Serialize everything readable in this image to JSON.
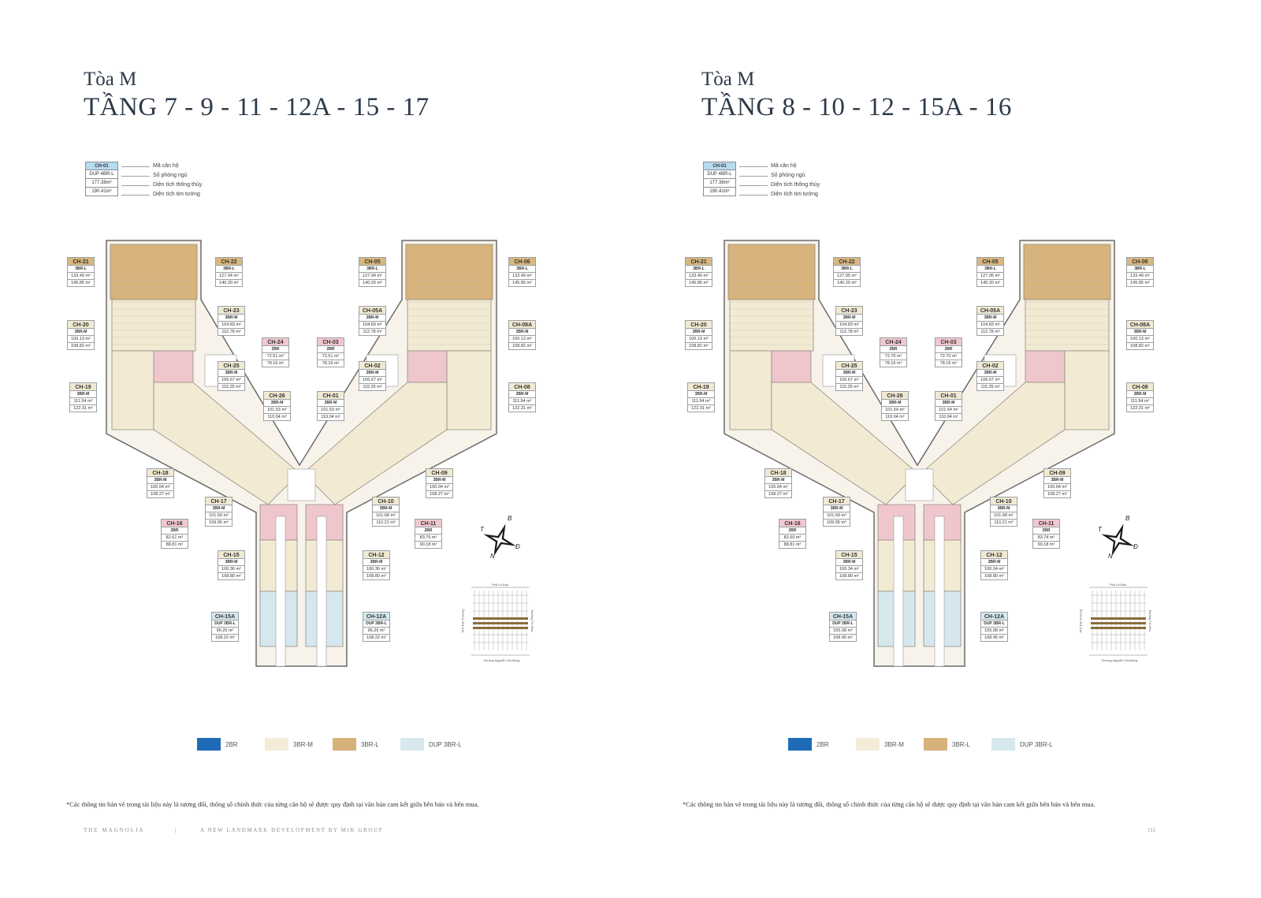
{
  "footer": {
    "brand": "THE MAGNOLIA",
    "separator": "|",
    "tagline": "A NEW LANDMARK DEVELOPMENT BY MIK GROUP",
    "page_number": "111"
  },
  "disclaimer": "*Các thông tin bản vẽ trong tài liệu này là tương đối, thông số chính thức của từng căn hộ sẽ được quy định tại văn bản cam kết giữa bên bán và bên mua.",
  "key_legend": {
    "sample": [
      "CH-01",
      "DUP 4BR-L",
      "177.38m²",
      "190.41m²"
    ],
    "labels": [
      "Mã căn hộ",
      "Số phòng ngủ",
      "Diện tích thông thủy",
      "Diện tích tim tường"
    ]
  },
  "color_legend": [
    {
      "label": "2BR",
      "color": "#1f6bb8"
    },
    {
      "label": "3BR-M",
      "color": "#f3ecd8"
    },
    {
      "label": "3BR-L",
      "color": "#d6b27a"
    },
    {
      "label": "DUP 3BR-L",
      "color": "#d7e8ef"
    }
  ],
  "colors": {
    "3BR-M": "#f3ead3",
    "3BR-L": "#d9b37c",
    "2BR": "#f0c6cd",
    "DUP": "#d6e8ee",
    "wall": "#6b6b6b",
    "core": "#ffffff"
  },
  "compass": {
    "b": "B",
    "t": "T",
    "d": "Đ",
    "n": "N"
  },
  "site_roads": {
    "top": "Phố Lê Đạo",
    "left": "Phố Đại Thượng",
    "right": "Đường Tố Hữu",
    "bottom": "Đường Nguyễn Gia Bồng"
  },
  "pages": [
    {
      "tower": "Tòa M",
      "floors": "TẦNG 7 - 9 - 11 - 12A - 15 - 17",
      "units": [
        {
          "code": "CH-21",
          "type": "3BR-L",
          "a1": "133.49 m²",
          "a2": "145.85 m²",
          "cat": "3brl"
        },
        {
          "code": "CH-22",
          "type": "3BR-L",
          "a1": "127.94 m²",
          "a2": "140.20 m²",
          "cat": "3brl"
        },
        {
          "code": "CH-05",
          "type": "3BR-L",
          "a1": "127.94 m²",
          "a2": "140.20 m²",
          "cat": "3brl"
        },
        {
          "code": "CH-06",
          "type": "3BR-L",
          "a1": "133.49 m²",
          "a2": "145.85 m²",
          "cat": "3brl"
        },
        {
          "code": "CH-23",
          "type": "3BR-M",
          "a1": "104.83 m²",
          "a2": "112.78 m²",
          "cat": "3brm"
        },
        {
          "code": "CH-05A",
          "type": "3BR-M",
          "a1": "104.83 m²",
          "a2": "112.78 m²",
          "cat": "3brm"
        },
        {
          "code": "CH-20",
          "type": "3BR-M",
          "a1": "100.13 m²",
          "a2": "108.82 m²",
          "cat": "3brm"
        },
        {
          "code": "CH-08A",
          "type": "3BR-M",
          "a1": "100.13 m²",
          "a2": "108.82 m²",
          "cat": "3brm"
        },
        {
          "code": "CH-24",
          "type": "2BR",
          "a1": "72.51 m²",
          "a2": "78.16 m²",
          "cat": "2br"
        },
        {
          "code": "CH-03",
          "type": "2BR",
          "a1": "72.51 m²",
          "a2": "78.16 m²",
          "cat": "2br"
        },
        {
          "code": "CH-25",
          "type": "3BR-M",
          "a1": "106.67 m²",
          "a2": "115.25 m²",
          "cat": "3brm"
        },
        {
          "code": "CH-02",
          "type": "3BR-M",
          "a1": "106.67 m²",
          "a2": "115.25 m²",
          "cat": "3brm"
        },
        {
          "code": "CH-19",
          "type": "3BR-M",
          "a1": "111.94 m²",
          "a2": "122.31 m²",
          "cat": "3brm"
        },
        {
          "code": "CH-08",
          "type": "3BR-M",
          "a1": "111.94 m²",
          "a2": "122.31 m²",
          "cat": "3brm"
        },
        {
          "code": "CH-26",
          "type": "3BR-M",
          "a1": "101.53 m²",
          "a2": "110.04 m²",
          "cat": "3brm"
        },
        {
          "code": "CH-01",
          "type": "3BR-M",
          "a1": "101.53 m²",
          "a2": "110.04 m²",
          "cat": "3brm"
        },
        {
          "code": "CH-18",
          "type": "3BR-M",
          "a1": "100.04 m²",
          "a2": "108.27 m²",
          "cat": "3brm"
        },
        {
          "code": "CH-09",
          "type": "3BR-M",
          "a1": "100.04 m²",
          "a2": "108.27 m²",
          "cat": "3brm"
        },
        {
          "code": "CH-17",
          "type": "3BR-M",
          "a1": "101.69 m²",
          "a2": "109.95 m²",
          "cat": "3brm"
        },
        {
          "code": "CH-10",
          "type": "3BR-M",
          "a1": "101.68 m²",
          "a2": "110.21 m²",
          "cat": "3brm"
        },
        {
          "code": "CH-16",
          "type": "2BR",
          "a1": "82.61 m²",
          "a2": "88.81 m²",
          "cat": "2br"
        },
        {
          "code": "CH-11",
          "type": "2BR",
          "a1": "83.75 m²",
          "a2": "90.18 m²",
          "cat": "2br"
        },
        {
          "code": "CH-15",
          "type": "3BR-M",
          "a1": "100.36 m²",
          "a2": "108.80 m²",
          "cat": "3brm"
        },
        {
          "code": "CH-12",
          "type": "3BR-M",
          "a1": "100.36 m²",
          "a2": "108.80 m²",
          "cat": "3brm"
        },
        {
          "code": "CH-15A",
          "type": "DUP 3BR-L",
          "a1": "96.26 m²",
          "a2": "108.22 m²",
          "cat": "dup"
        },
        {
          "code": "CH-12A",
          "type": "DUP 3BR-L",
          "a1": "96.26 m²",
          "a2": "108.22 m²",
          "cat": "dup"
        }
      ]
    },
    {
      "tower": "Tòa M",
      "floors": "TẦNG 8 - 10 - 12 - 15A - 16",
      "units": [
        {
          "code": "CH-21",
          "type": "3BR-L",
          "a1": "133.49 m²",
          "a2": "145.85 m²",
          "cat": "3brl"
        },
        {
          "code": "CH-22",
          "type": "3BR-L",
          "a1": "127.95 m²",
          "a2": "140.20 m²",
          "cat": "3brl"
        },
        {
          "code": "CH-05",
          "type": "3BR-L",
          "a1": "127.95 m²",
          "a2": "140.20 m²",
          "cat": "3brl"
        },
        {
          "code": "CH-06",
          "type": "3BR-L",
          "a1": "133.49 m²",
          "a2": "145.85 m²",
          "cat": "3brl"
        },
        {
          "code": "CH-23",
          "type": "3BR-M",
          "a1": "104.83 m²",
          "a2": "112.78 m²",
          "cat": "3brm"
        },
        {
          "code": "CH-05A",
          "type": "3BR-M",
          "a1": "104.83 m²",
          "a2": "112.78 m²",
          "cat": "3brm"
        },
        {
          "code": "CH-20",
          "type": "3BR-M",
          "a1": "100.13 m²",
          "a2": "108.82 m²",
          "cat": "3brm"
        },
        {
          "code": "CH-08A",
          "type": "3BR-M",
          "a1": "100.13 m²",
          "a2": "108.82 m²",
          "cat": "3brm"
        },
        {
          "code": "CH-24",
          "type": "2BR",
          "a1": "72.70 m²",
          "a2": "78.16 m²",
          "cat": "2br"
        },
        {
          "code": "CH-03",
          "type": "2BR",
          "a1": "72.70 m²",
          "a2": "78.16 m²",
          "cat": "2br"
        },
        {
          "code": "CH-25",
          "type": "3BR-M",
          "a1": "106.67 m²",
          "a2": "115.25 m²",
          "cat": "3brm"
        },
        {
          "code": "CH-02",
          "type": "3BR-M",
          "a1": "106.67 m²",
          "a2": "115.25 m²",
          "cat": "3brm"
        },
        {
          "code": "CH-19",
          "type": "3BR-M",
          "a1": "111.94 m²",
          "a2": "122.31 m²",
          "cat": "3brm"
        },
        {
          "code": "CH-08",
          "type": "3BR-M",
          "a1": "111.94 m²",
          "a2": "122.31 m²",
          "cat": "3brm"
        },
        {
          "code": "CH-26",
          "type": "3BR-M",
          "a1": "101.54 m²",
          "a2": "110.04 m²",
          "cat": "3brm"
        },
        {
          "code": "CH-01",
          "type": "3BR-M",
          "a1": "101.54 m²",
          "a2": "110.04 m²",
          "cat": "3brm"
        },
        {
          "code": "CH-18",
          "type": "3BR-M",
          "a1": "100.04 m²",
          "a2": "108.27 m²",
          "cat": "3brm"
        },
        {
          "code": "CH-09",
          "type": "3BR-M",
          "a1": "100.04 m²",
          "a2": "108.27 m²",
          "cat": "3brm"
        },
        {
          "code": "CH-17",
          "type": "3BR-M",
          "a1": "101.69 m²",
          "a2": "109.95 m²",
          "cat": "3brm"
        },
        {
          "code": "CH-10",
          "type": "3BR-M",
          "a1": "101.68 m²",
          "a2": "110.21 m²",
          "cat": "3brm"
        },
        {
          "code": "CH-16",
          "type": "2BR",
          "a1": "82.60 m²",
          "a2": "88.81 m²",
          "cat": "2br"
        },
        {
          "code": "CH-11",
          "type": "2BR",
          "a1": "83.74 m²",
          "a2": "90.18 m²",
          "cat": "2br"
        },
        {
          "code": "CH-15",
          "type": "3BR-M",
          "a1": "100.34 m²",
          "a2": "108.80 m²",
          "cat": "3brm"
        },
        {
          "code": "CH-12",
          "type": "3BR-M",
          "a1": "100.34 m²",
          "a2": "108.80 m²",
          "cat": "3brm"
        },
        {
          "code": "CH-15A",
          "type": "DUP 3BR-L",
          "a1": "155.08 m²",
          "a2": "168.45 m²",
          "cat": "dup"
        },
        {
          "code": "CH-12A",
          "type": "DUP 3BR-L",
          "a1": "155.08 m²",
          "a2": "168.45 m²",
          "cat": "dup"
        }
      ]
    }
  ]
}
